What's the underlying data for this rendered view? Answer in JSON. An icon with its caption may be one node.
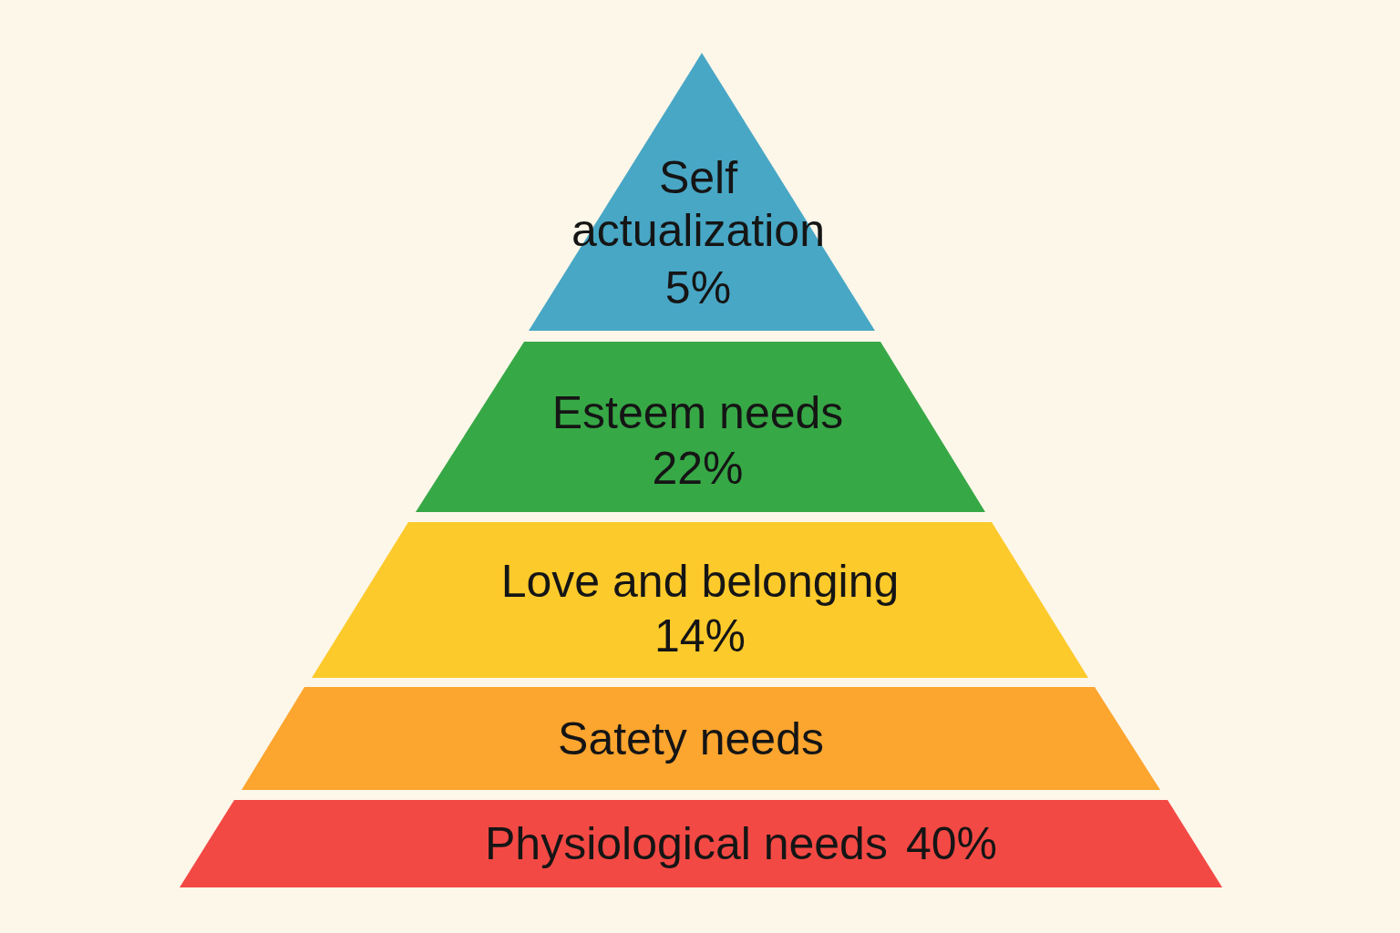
{
  "diagram": {
    "nodes": [
      {
        "text": [
          "Self actualization",
          "5%"
        ]
      },
      {
        "text": [
          "Esteem needs",
          "22%"
        ]
      },
      {
        "text": [
          "Love and belonging",
          "14%"
        ]
      },
      {
        "text": [
          "Satety needs"
        ]
      },
      {
        "text": [
          "Physiological needs",
          "40%"
        ]
      }
    ]
  }
}
